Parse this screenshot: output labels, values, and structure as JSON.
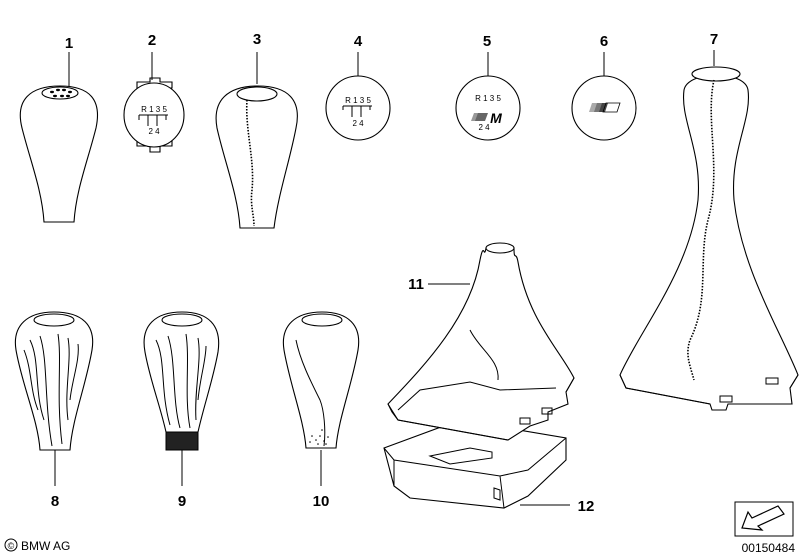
{
  "callouts": [
    {
      "id": "1"
    },
    {
      "id": "2"
    },
    {
      "id": "3"
    },
    {
      "id": "4"
    },
    {
      "id": "5"
    },
    {
      "id": "6"
    },
    {
      "id": "7"
    },
    {
      "id": "8"
    },
    {
      "id": "9"
    },
    {
      "id": "10"
    },
    {
      "id": "11"
    },
    {
      "id": "12"
    }
  ],
  "shift_pattern": {
    "top": "R 1  3  5",
    "bottom": "2  4",
    "top_alt": "R 1 3 5",
    "bottom_alt": "2 4"
  },
  "m_logo": "M",
  "footer": {
    "brand": "BMW AG",
    "copyright_symbol": "©",
    "drawing_number": "00150484"
  }
}
